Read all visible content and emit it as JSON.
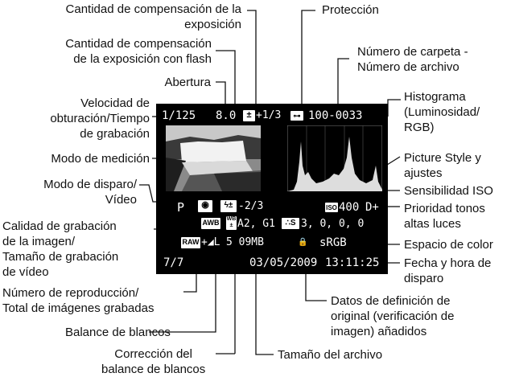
{
  "labels": {
    "exp_comp": [
      "Cantidad de compensación de la",
      "exposición"
    ],
    "protection": "Protección",
    "flash_comp": [
      "Cantidad de compensación",
      "de la exposición con flash"
    ],
    "folder_file": [
      "Número de carpeta -",
      "Número de archivo"
    ],
    "aperture": "Abertura",
    "histogram": [
      "Histograma",
      "(Luminosidad/",
      "RGB)"
    ],
    "shutter": [
      "Velocidad de",
      "obturación/Tiempo",
      "de grabación"
    ],
    "metering": "Modo de medición",
    "picture_style": [
      "Picture Style y",
      "ajustes"
    ],
    "shooting_mode": [
      "Modo de disparo/",
      "Vídeo"
    ],
    "iso": "Sensibilidad ISO",
    "highlight": [
      "Prioridad tonos",
      "altas luces"
    ],
    "quality": [
      "Calidad de grabación",
      "de la imagen/",
      "Tamaño de grabación",
      "de vídeo"
    ],
    "color_space": "Espacio de color",
    "datetime": [
      "Fecha y hora de",
      "disparo"
    ],
    "playback": [
      "Número de reproducción/",
      "Total de imágenes grabadas"
    ],
    "verification": [
      "Datos de definición de",
      "original (verificación de",
      "imagen) añadidos"
    ],
    "wb": "Balance de blancos",
    "wb_correction": [
      "Corrección del",
      "balance de blancos"
    ],
    "file_size": "Tamaño del archivo"
  },
  "screen": {
    "shutter": "1/125",
    "aperture": "8.0",
    "exp_comp": "+1/3",
    "folder_file": "100-0033",
    "mode": "P",
    "flash_comp": "-2/3",
    "wb_icon": "AWB",
    "wb_shift": "A2, G1",
    "picture_style": "3, 0, 0, 0",
    "iso_icon": "ISO",
    "iso": "400",
    "highlight": "D+",
    "quality_icon": "RAW",
    "quality_extra": "+◢L",
    "file_size": "5 09MB",
    "color_space": "sRGB",
    "playback": "7/7",
    "date": "03/05/2009",
    "time": "13:11:25"
  },
  "icons": [
    "exposure-comp-icon",
    "protect-key-icon",
    "metering-icon",
    "flash-comp-icon",
    "wb-correction-icon",
    "picture-style-icon",
    "verification-lock-icon",
    "waterfall-photo"
  ]
}
